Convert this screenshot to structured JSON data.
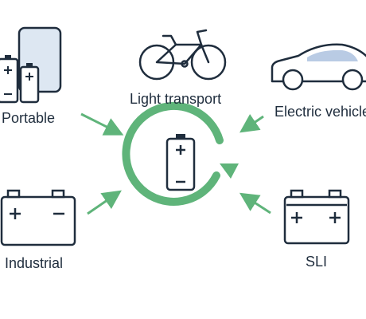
{
  "labels": {
    "portable": "Portable",
    "light_transport": "Light transport",
    "electric_vehicle": "Electric vehicle",
    "industrial": "Industrial",
    "sli": "SLI"
  },
  "icons": {
    "center": "battery-recycling-icon",
    "portable": "phone-and-batteries-icon",
    "light_transport": "bicycle-icon",
    "electric_vehicle": "car-icon",
    "industrial": "industrial-battery-icon",
    "sli": "car-battery-icon"
  },
  "colors": {
    "line": "#1f2d3d",
    "accent": "#5fb47a",
    "phone_fill": "#dde7f2",
    "car_window": "#b9cbe4"
  }
}
